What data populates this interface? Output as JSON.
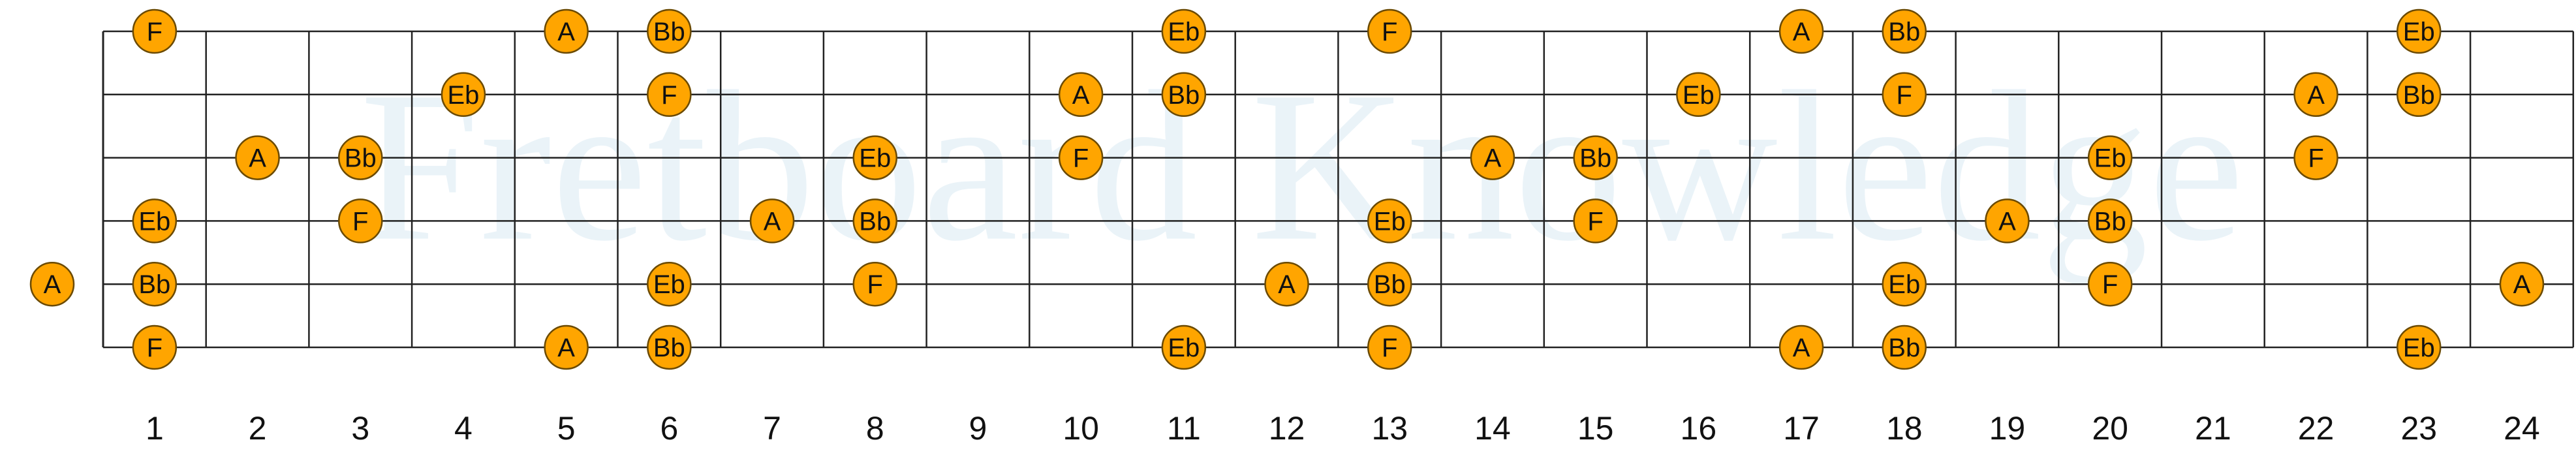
{
  "watermark": "Fretboard Knowledge",
  "colors": {
    "note_fill": "#ffa500",
    "watermark": "#d6e8f3",
    "lines": "#222222"
  },
  "fret_numbers": [
    "1",
    "2",
    "3",
    "4",
    "5",
    "6",
    "7",
    "8",
    "9",
    "10",
    "11",
    "12",
    "13",
    "14",
    "15",
    "16",
    "17",
    "18",
    "19",
    "20",
    "21",
    "22",
    "23",
    "24"
  ],
  "strings": 6,
  "frets": 24,
  "notes": [
    {
      "string": 1,
      "fret": 1,
      "name": "F"
    },
    {
      "string": 1,
      "fret": 5,
      "name": "A"
    },
    {
      "string": 1,
      "fret": 6,
      "name": "Bb"
    },
    {
      "string": 1,
      "fret": 11,
      "name": "Eb"
    },
    {
      "string": 1,
      "fret": 13,
      "name": "F"
    },
    {
      "string": 1,
      "fret": 17,
      "name": "A"
    },
    {
      "string": 1,
      "fret": 18,
      "name": "Bb"
    },
    {
      "string": 1,
      "fret": 23,
      "name": "Eb"
    },
    {
      "string": 2,
      "fret": 4,
      "name": "Eb"
    },
    {
      "string": 2,
      "fret": 6,
      "name": "F"
    },
    {
      "string": 2,
      "fret": 10,
      "name": "A"
    },
    {
      "string": 2,
      "fret": 11,
      "name": "Bb"
    },
    {
      "string": 2,
      "fret": 16,
      "name": "Eb"
    },
    {
      "string": 2,
      "fret": 18,
      "name": "F"
    },
    {
      "string": 2,
      "fret": 22,
      "name": "A"
    },
    {
      "string": 2,
      "fret": 23,
      "name": "Bb"
    },
    {
      "string": 3,
      "fret": 2,
      "name": "A"
    },
    {
      "string": 3,
      "fret": 3,
      "name": "Bb"
    },
    {
      "string": 3,
      "fret": 8,
      "name": "Eb"
    },
    {
      "string": 3,
      "fret": 10,
      "name": "F"
    },
    {
      "string": 3,
      "fret": 14,
      "name": "A"
    },
    {
      "string": 3,
      "fret": 15,
      "name": "Bb"
    },
    {
      "string": 3,
      "fret": 20,
      "name": "Eb"
    },
    {
      "string": 3,
      "fret": 22,
      "name": "F"
    },
    {
      "string": 4,
      "fret": 1,
      "name": "Eb"
    },
    {
      "string": 4,
      "fret": 3,
      "name": "F"
    },
    {
      "string": 4,
      "fret": 7,
      "name": "A"
    },
    {
      "string": 4,
      "fret": 8,
      "name": "Bb"
    },
    {
      "string": 4,
      "fret": 13,
      "name": "Eb"
    },
    {
      "string": 4,
      "fret": 15,
      "name": "F"
    },
    {
      "string": 4,
      "fret": 19,
      "name": "A"
    },
    {
      "string": 4,
      "fret": 20,
      "name": "Bb"
    },
    {
      "string": 5,
      "fret": 0,
      "name": "A"
    },
    {
      "string": 5,
      "fret": 1,
      "name": "Bb"
    },
    {
      "string": 5,
      "fret": 6,
      "name": "Eb"
    },
    {
      "string": 5,
      "fret": 8,
      "name": "F"
    },
    {
      "string": 5,
      "fret": 12,
      "name": "A"
    },
    {
      "string": 5,
      "fret": 13,
      "name": "Bb"
    },
    {
      "string": 5,
      "fret": 18,
      "name": "Eb"
    },
    {
      "string": 5,
      "fret": 20,
      "name": "F"
    },
    {
      "string": 5,
      "fret": 24,
      "name": "A"
    },
    {
      "string": 6,
      "fret": 1,
      "name": "F"
    },
    {
      "string": 6,
      "fret": 5,
      "name": "A"
    },
    {
      "string": 6,
      "fret": 6,
      "name": "Bb"
    },
    {
      "string": 6,
      "fret": 11,
      "name": "Eb"
    },
    {
      "string": 6,
      "fret": 13,
      "name": "F"
    },
    {
      "string": 6,
      "fret": 17,
      "name": "A"
    },
    {
      "string": 6,
      "fret": 18,
      "name": "Bb"
    },
    {
      "string": 6,
      "fret": 23,
      "name": "Eb"
    }
  ]
}
